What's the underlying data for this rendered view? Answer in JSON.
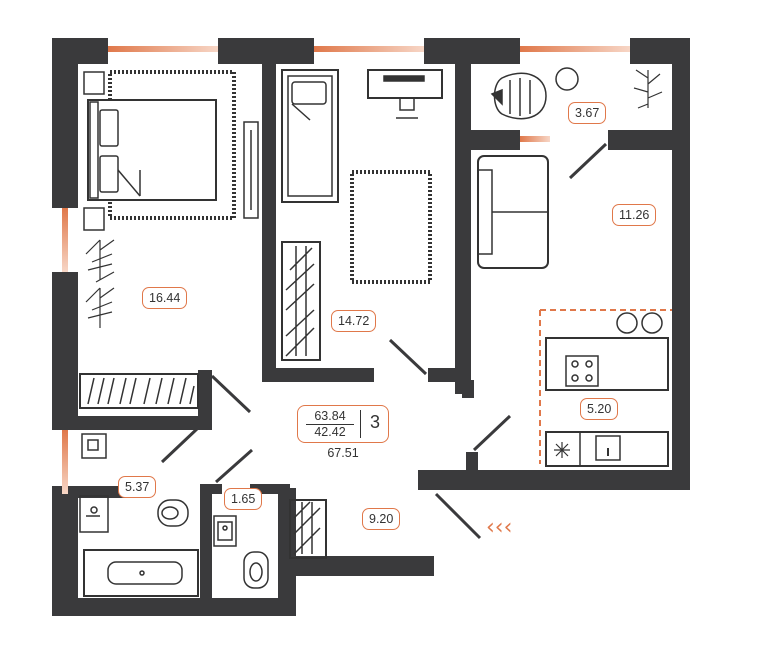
{
  "plan": {
    "rooms": [
      {
        "id": "bedroom",
        "area": "16.44"
      },
      {
        "id": "kids-room",
        "area": "14.72"
      },
      {
        "id": "balcony",
        "area": "3.67"
      },
      {
        "id": "living-room",
        "area": "11.26"
      },
      {
        "id": "kitchen",
        "area": "5.20"
      },
      {
        "id": "bathroom",
        "area": "5.37"
      },
      {
        "id": "toilet",
        "area": "1.65"
      },
      {
        "id": "hallway",
        "area": "9.20"
      }
    ],
    "summary": {
      "living_area": "63.84",
      "kitchen_area": "42.42",
      "rooms_count": "3",
      "total_area": "67.51"
    },
    "entrance_marker": "‹‹‹"
  },
  "colors": {
    "wall": "#3a3a3c",
    "accent": "#e0784a",
    "line": "#333333",
    "background": "#ffffff"
  }
}
